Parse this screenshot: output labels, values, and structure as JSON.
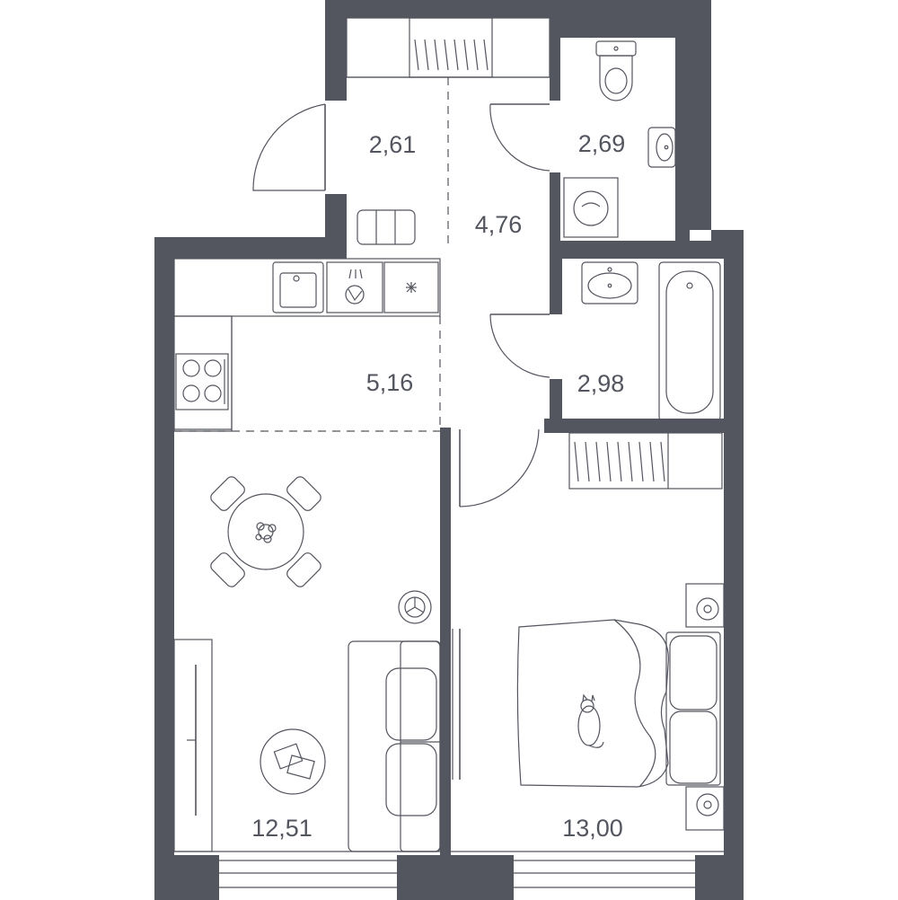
{
  "floor_plan": {
    "colors": {
      "walls": "#53555f",
      "lines": "#53555f",
      "background": "#ffffff"
    },
    "rooms": [
      {
        "id": "vestibule",
        "area": "2,61"
      },
      {
        "id": "hallway",
        "area": "4,76"
      },
      {
        "id": "toilet",
        "area": "2,69"
      },
      {
        "id": "kitchen",
        "area": "5,16"
      },
      {
        "id": "bathroom",
        "area": "2,98"
      },
      {
        "id": "living-room",
        "area": "12,51"
      },
      {
        "id": "bedroom",
        "area": "13,00"
      }
    ],
    "fixtures": [
      "wardrobe-icon",
      "toilet-icon",
      "sink-icon",
      "washing-machine-icon",
      "shoe-rack-icon",
      "kitchen-sink-icon",
      "dishwasher-icon",
      "fridge-icon",
      "stove-icon",
      "bathtub-icon",
      "dining-table-icon",
      "sofa-icon",
      "coffee-table-icon",
      "tv-icon",
      "double-bed-icon",
      "nightstand-icon",
      "plant-icon",
      "robot-vacuum-icon",
      "cat-icon"
    ]
  }
}
